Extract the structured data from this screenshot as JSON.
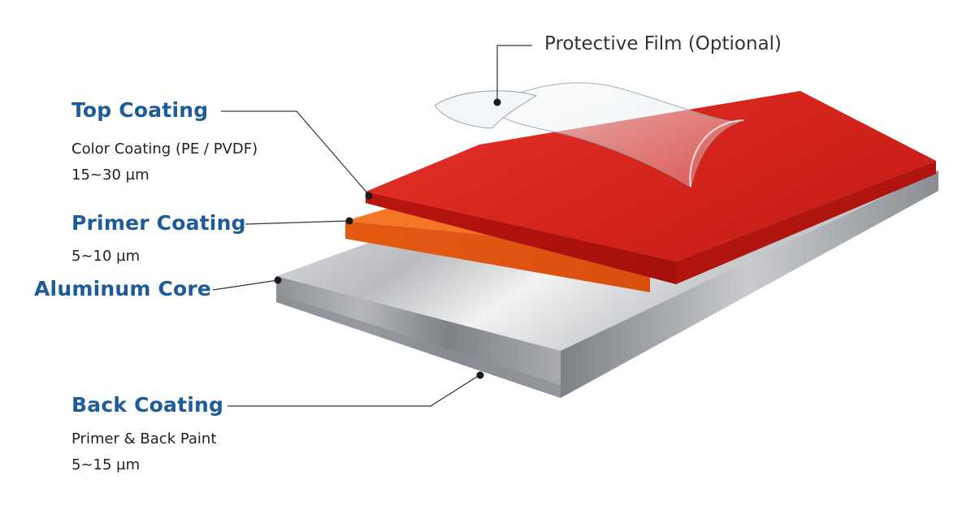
{
  "protective_film": {
    "label": "Protective Film (Optional)"
  },
  "layers": {
    "top_coating": {
      "title": "Top Coating",
      "detail": "Color Coating (PE / PVDF)",
      "thickness": "15~30 µm",
      "color": "#d7261e"
    },
    "primer_coating": {
      "title": "Primer Coating",
      "thickness": "5~10 µm",
      "color": "#f06a1c"
    },
    "aluminum_core": {
      "title": "Aluminum Core",
      "color": "#c7c9cc"
    },
    "back_coating": {
      "title": "Back Coating",
      "detail": "Primer & Back Paint",
      "thickness": "5~15 µm",
      "color": "#9a9da2"
    }
  },
  "colors": {
    "heading": "#1d5c98",
    "leader_line": "#333333"
  }
}
